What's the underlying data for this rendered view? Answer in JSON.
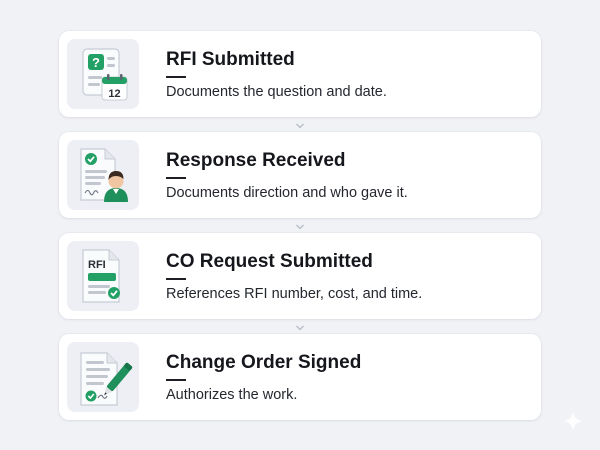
{
  "steps": [
    {
      "title": "RFI Submitted",
      "description": "Documents the question and date.",
      "icon": "question-calendar-icon",
      "calendar_day": "12"
    },
    {
      "title": "Response Received",
      "description": "Documents direction and who gave it.",
      "icon": "document-person-icon"
    },
    {
      "title": "CO Request Submitted",
      "description": "References RFI number, cost, and time.",
      "icon": "rfi-document-icon",
      "doc_label": "RFI"
    },
    {
      "title": "Change Order Signed",
      "description": "Authorizes the work.",
      "icon": "document-pen-icon"
    }
  ],
  "colors": {
    "accent_green": "#1f9a5f",
    "accent_green_light": "#5cc98f",
    "card_background": "#ffffff",
    "page_background": "#f1f2f6",
    "connector": "#b8bcc6"
  },
  "decorations": {
    "corner": "sparkle-icon",
    "connector": "chevron-down-icon"
  }
}
